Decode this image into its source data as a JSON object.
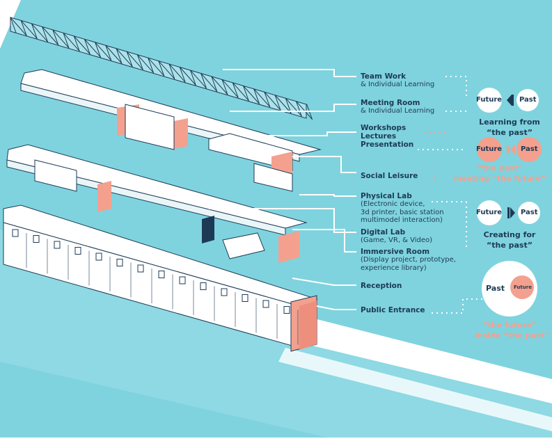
{
  "colors": {
    "background": "#7fd3de",
    "ink": "#1d3a55",
    "accent": "#f4a08e",
    "white": "#ffffff"
  },
  "floor_labels": [
    {
      "title": "Team Work",
      "sub": [
        "& Individual Learning"
      ]
    },
    {
      "title": "Meeting Room",
      "sub": [
        "& Individual Learning"
      ]
    },
    {
      "title": "Workshops",
      "sub": []
    },
    {
      "title": "Lectures",
      "sub": []
    },
    {
      "title": "Presentation",
      "sub": []
    },
    {
      "title": "Social Leisure",
      "sub": []
    },
    {
      "title": "Physical Lab",
      "sub": [
        "(Electronic device,",
        "3d printer, basic station",
        "multimodel interaction)"
      ]
    },
    {
      "title": "Digital Lab",
      "sub": [
        "(Game, VR, & Video)"
      ]
    },
    {
      "title": "Immersive Room",
      "sub": [
        "(Display project, prototype,",
        "experience library)"
      ]
    },
    {
      "title": "Reception",
      "sub": []
    },
    {
      "title": "Public Entrance",
      "sub": []
    }
  ],
  "concepts": [
    {
      "left": "Future",
      "right": "Past",
      "arrow": "left",
      "caption": [
        "Learning from",
        "“the past”"
      ]
    },
    {
      "left": "Future",
      "right": "Past",
      "arrow": "meet",
      "caption": [
        "“the past”",
        "meeting “the future”"
      ]
    },
    {
      "left": "Future",
      "right": "Past",
      "arrow": "right",
      "caption": [
        "Creating for",
        "“the past”"
      ]
    },
    {
      "outer": "Past",
      "inner": "Future",
      "caption": [
        "“the future”",
        "inside “the past”"
      ]
    }
  ]
}
